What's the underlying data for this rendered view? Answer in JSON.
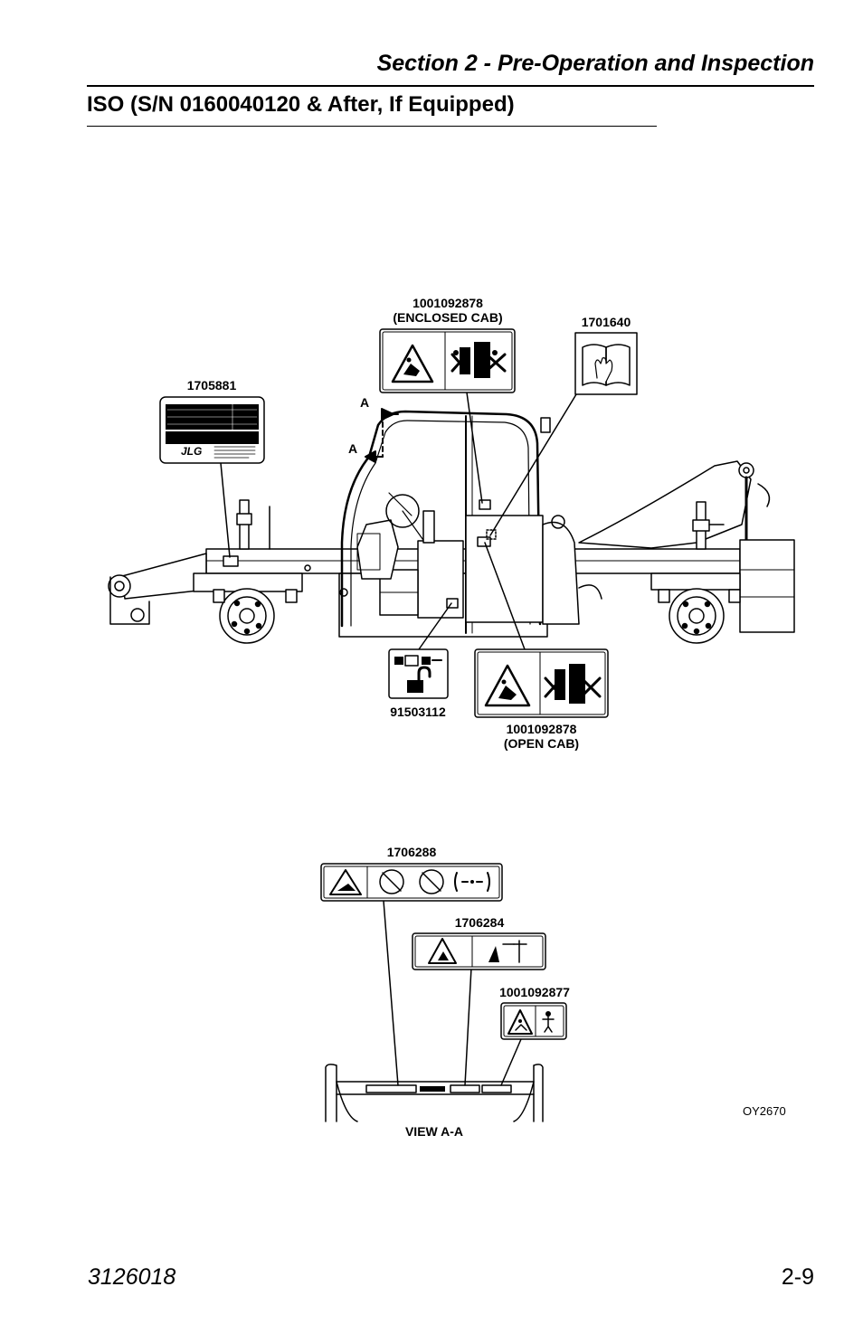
{
  "header": {
    "section": "Section 2 - Pre-Operation and Inspection",
    "title": "ISO (S/N 0160040120 & After, If Equipped)"
  },
  "decals": {
    "enclosed_cab": {
      "part": "1001092878",
      "note": "(ENCLOSED CAB)"
    },
    "manual": {
      "part": "1701640"
    },
    "serial_plate": {
      "part": "1705881",
      "brand": "JLG"
    },
    "seatbelt": {
      "part": "91503112"
    },
    "open_cab": {
      "part": "1001092878",
      "note": "(OPEN CAB)"
    },
    "boom_a": {
      "part": "1706288"
    },
    "boom_b": {
      "part": "1706284"
    },
    "boom_c": {
      "part": "1001092877"
    }
  },
  "view_markers": {
    "a_upper": "A",
    "a_lower": "A"
  },
  "view_label": "VIEW A-A",
  "figure_id": "OY2670",
  "footer": {
    "doc_number": "3126018",
    "page_number": "2-9"
  }
}
